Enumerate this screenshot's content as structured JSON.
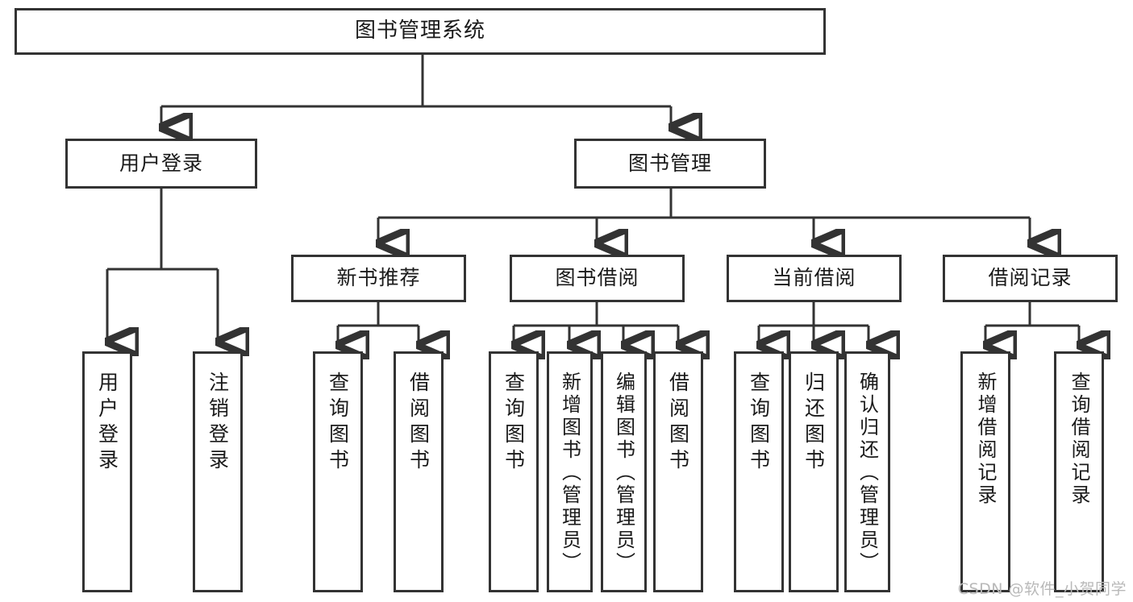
{
  "diagram": {
    "title": "图书管理系统",
    "type": "tree",
    "orientation": "top-down",
    "colors": {
      "background": "#ffffff",
      "stroke": "#333333",
      "text": "#1a1a1a",
      "watermark": "#b9b9b9"
    },
    "nodes": {
      "root": {
        "label": "图书管理系统"
      },
      "level2": [
        {
          "label": "用户登录"
        },
        {
          "label": "图书管理"
        }
      ],
      "level3": [
        {
          "label": "新书推荐"
        },
        {
          "label": "图书借阅"
        },
        {
          "label": "当前借阅"
        },
        {
          "label": "借阅记录"
        }
      ],
      "leaves": {
        "user_login": [
          {
            "label": "用户登录"
          },
          {
            "label": "注销登录"
          }
        ],
        "new_book": [
          {
            "label": "查询图书"
          },
          {
            "label": "借阅图书"
          }
        ],
        "book_borrow": [
          {
            "label": "查询图书"
          },
          {
            "label": "新增图书（管理员）"
          },
          {
            "label": "编辑图书（管理员）"
          },
          {
            "label": "借阅图书"
          }
        ],
        "current_borrow": [
          {
            "label": "查询图书"
          },
          {
            "label": "归还图书"
          },
          {
            "label": "确认归还（管理员）"
          }
        ],
        "borrow_record": [
          {
            "label": "新增借阅记录"
          },
          {
            "label": "查询借阅记录"
          }
        ]
      }
    }
  },
  "watermark": {
    "text": "CSDN @软件_小贺同学"
  }
}
